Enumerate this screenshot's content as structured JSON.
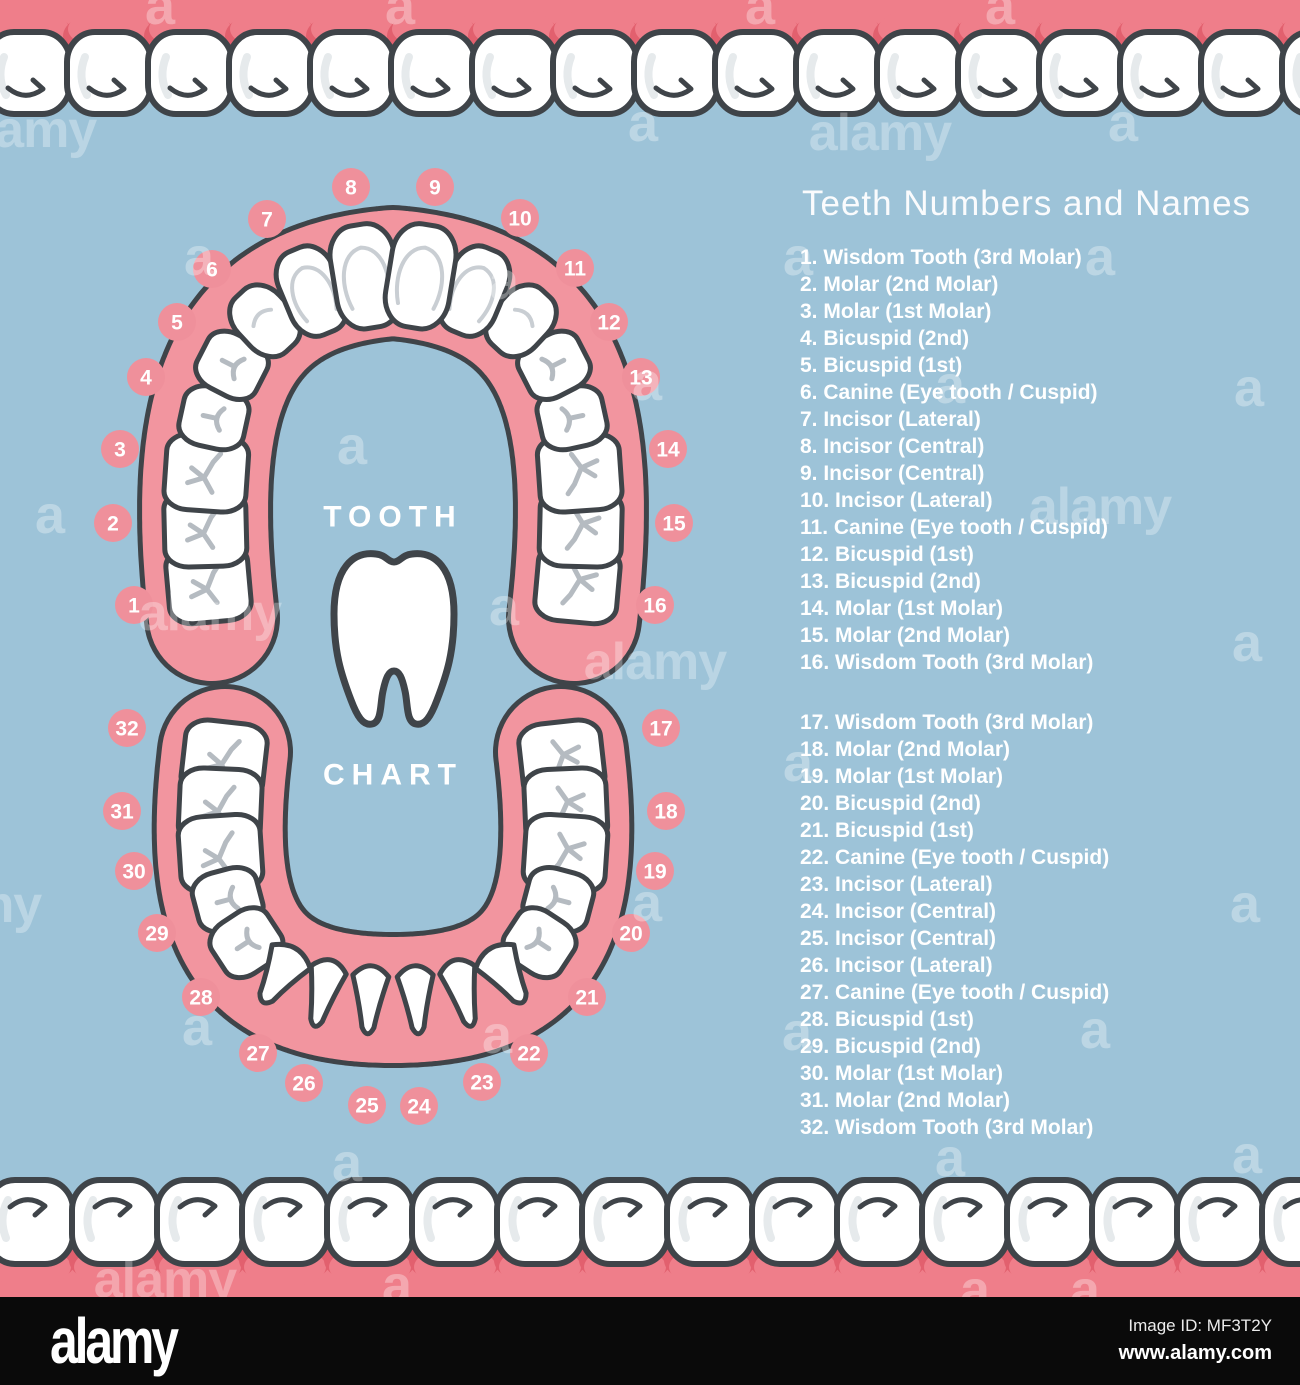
{
  "legend": {
    "title": "Teeth Numbers and Names",
    "upper": [
      "1. Wisdom Tooth (3rd Molar)",
      "2. Molar (2nd Molar)",
      "3. Molar (1st Molar)",
      "4. Bicuspid (2nd)",
      "5. Bicuspid (1st)",
      "6. Canine (Eye tooth / Cuspid)",
      "7. Incisor (Lateral)",
      "8. Incisor (Central)",
      "9. Incisor (Central)",
      "10. Incisor (Lateral)",
      "11. Canine (Eye tooth / Cuspid)",
      "12. Bicuspid (1st)",
      "13. Bicuspid (2nd)",
      "14. Molar (1st Molar)",
      "15. Molar (2nd Molar)",
      "16. Wisdom Tooth (3rd Molar)"
    ],
    "lower": [
      "17. Wisdom Tooth (3rd Molar)",
      "18. Molar (2nd Molar)",
      "19. Molar (1st Molar)",
      "20. Bicuspid (2nd)",
      "21. Bicuspid (1st)",
      "22. Canine (Eye tooth / Cuspid)",
      "23. Incisor (Lateral)",
      "24. Incisor (Central)",
      "25. Incisor (Central)",
      "26. Incisor (Lateral)",
      "27. Canine (Eye tooth / Cuspid)",
      "28. Bicuspid (1st)",
      "29. Bicuspid (2nd)",
      "30. Molar (1st Molar)",
      "31. Molar (2nd Molar)",
      "32. Wisdom Tooth (3rd Molar)"
    ]
  },
  "center": {
    "word1": "TOOTH",
    "word2": "CHART"
  },
  "rings": {
    "upper": [
      "1",
      "2",
      "3",
      "4",
      "5",
      "6",
      "7",
      "8",
      "9",
      "10",
      "11",
      "12",
      "13",
      "14",
      "15",
      "16"
    ],
    "lower": [
      "17",
      "18",
      "19",
      "20",
      "21",
      "22",
      "23",
      "24",
      "25",
      "26",
      "27",
      "28",
      "29",
      "30",
      "31",
      "32"
    ]
  },
  "watermark": {
    "letter": "a",
    "word": "alamy"
  },
  "footer": {
    "logo": "alamy",
    "image_id": "Image ID: MF3T2Y",
    "url": "www.alamy.com"
  },
  "colors": {
    "background": "#9dc3d8",
    "gum_strip": "#ef7e8a",
    "gum_dark": "#e2606e",
    "arch_pink": "#f2959f",
    "circle_pink": "#ef909b",
    "outline": "#3f4449",
    "tooth_white": "#ffffff",
    "groove_gray": "#b5bbc1",
    "shade_gray": "#e6eaec",
    "detail_gray": "#c9ced3",
    "text_white": "#ffffff",
    "footer_bg": "#0a0a0a"
  }
}
